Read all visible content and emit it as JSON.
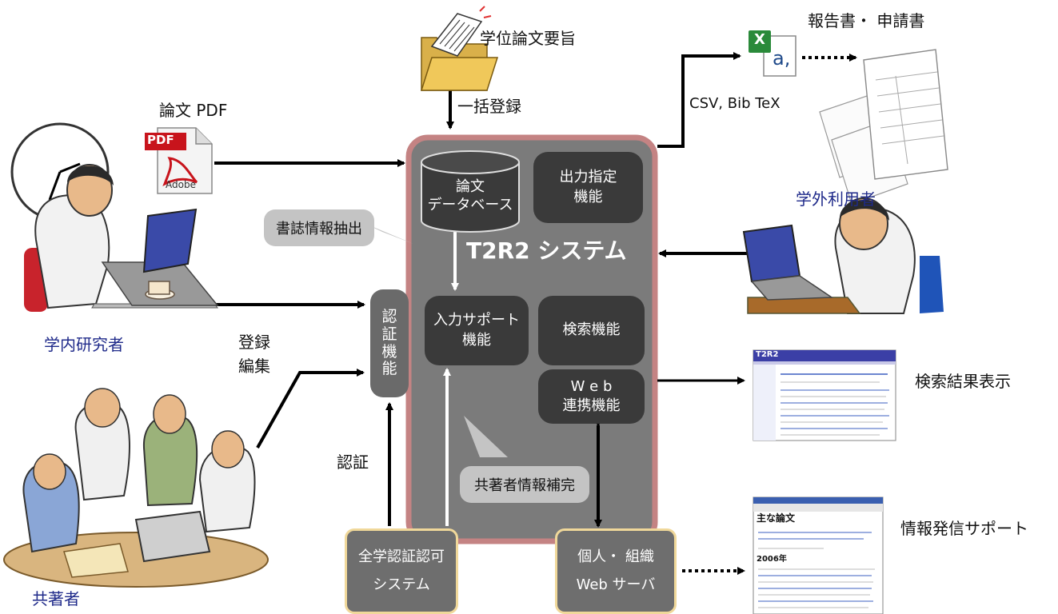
{
  "colors": {
    "system_border": "#c48383",
    "system_fill": "#7b7b7b",
    "box_fill": "#3a3a3a",
    "callout_fill": "#c4c4c4",
    "gold_border": "#f0d89a",
    "label_blue": "#1f2a8a"
  },
  "top": {
    "abstract_label": "学位論文要旨",
    "bulk_register_label": "一括登録",
    "paper_pdf_label": "論文 PDF",
    "report_label": "報告書・ 申請書",
    "csv_label": "CSV, Bib TeX"
  },
  "system": {
    "name": "T2R2 システム",
    "db_line1": "論文",
    "db_line2": "データベース",
    "output_line1": "出力指定",
    "output_line2": "機能",
    "input_line1": "入力サポート",
    "input_line2": "機能",
    "search_label": "検索機能",
    "web_line1": "W e b",
    "web_line2": "連携機能"
  },
  "callouts": {
    "biblio_extract": "書誌情報抽出",
    "coauthor_complete": "共著者情報補完"
  },
  "auth": {
    "chars": [
      "認",
      "証",
      "機",
      "能"
    ]
  },
  "actors": {
    "internal_researcher": "学内研究者",
    "external_user": "学外利用者",
    "coauthor": "共著者"
  },
  "labels": {
    "register": "登録",
    "edit": "編集",
    "authentication": "認証",
    "search_results": "検索結果表示",
    "info_support": "情報発信サポート"
  },
  "bottom": {
    "campus_auth_line1": "全学認証認可",
    "campus_auth_line2": "システム",
    "web_server_line1": "個人・ 組織",
    "web_server_line2": "Web サーバ"
  },
  "icons": {
    "pdf_text": "PDF",
    "adobe_text": "Adobe",
    "excel_x": "X",
    "excel_a": "a,"
  },
  "screenshots": {
    "results_logo": "T2R2",
    "info_title": "主な論文",
    "info_year": "2006年"
  }
}
